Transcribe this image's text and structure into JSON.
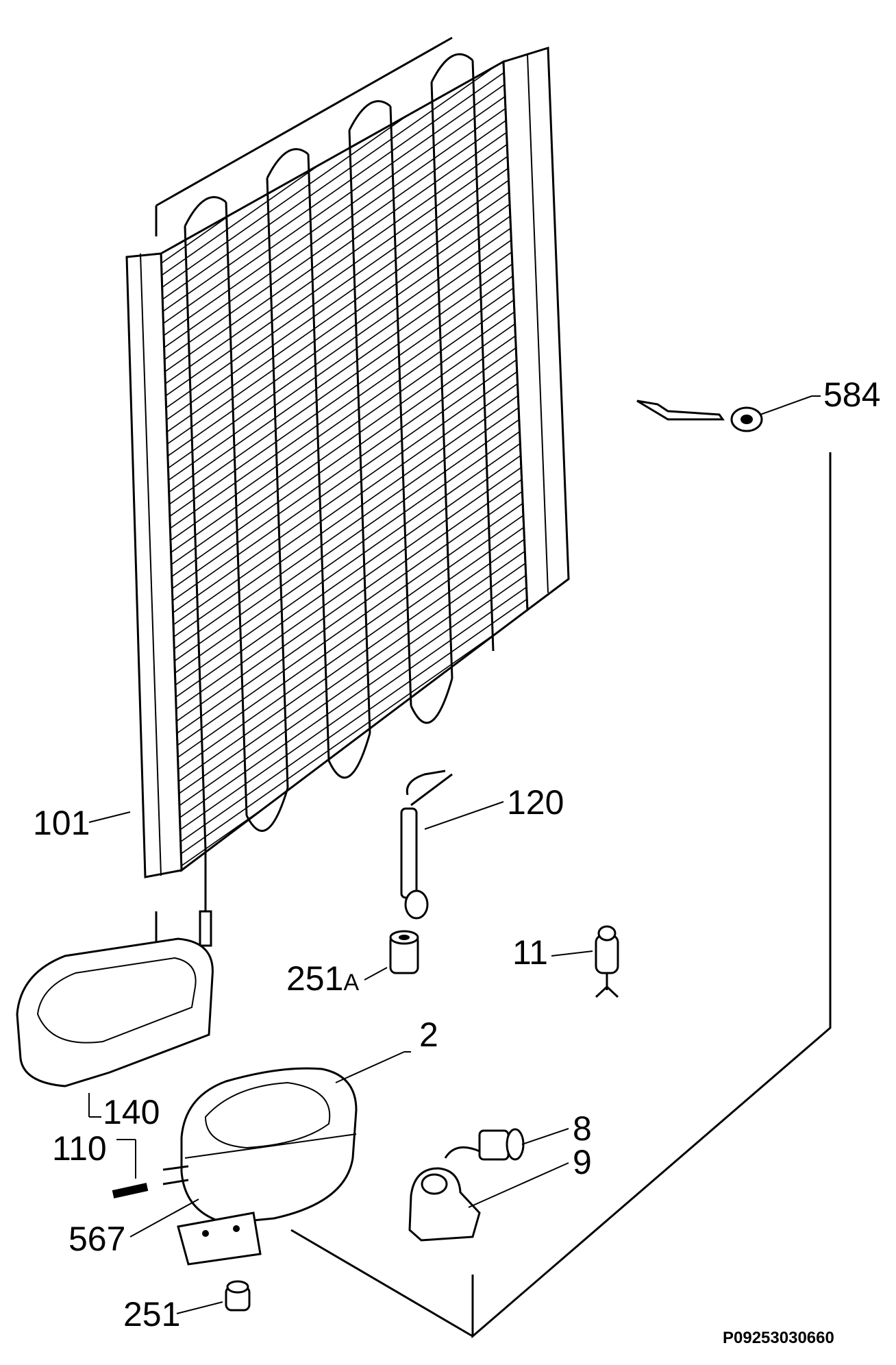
{
  "labels": {
    "p584": "584",
    "p101": "101",
    "p120": "120",
    "p251a_num": "251",
    "p251a_suffix": "A",
    "p11": "11",
    "p2": "2",
    "p140": "140",
    "p110": "110",
    "p8": "8",
    "p9": "9",
    "p567": "567",
    "p251": "251"
  },
  "reference_code": "P09253030660",
  "colors": {
    "ink": "#000000",
    "paper": "#ffffff"
  }
}
